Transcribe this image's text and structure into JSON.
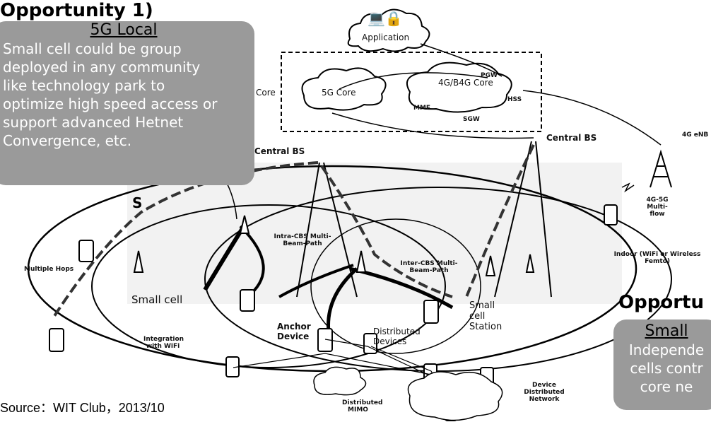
{
  "titles": {
    "left": "Opportunity 1)",
    "right": "Opportu"
  },
  "callout_left": {
    "heading": "5G Local",
    "lines": [
      "Small cell could be group",
      "deployed in any community",
      "like technology park to",
      "optimize high speed access or",
      "support advanced Hetnet",
      "Convergence, etc."
    ]
  },
  "callout_right": {
    "heading": "Small",
    "lines": [
      "Independe",
      "cells contr",
      "core ne"
    ]
  },
  "core": {
    "label": "Core",
    "application": "Application",
    "core_5g": "5G Core",
    "core_4g": "4G/B4G Core",
    "pgw": "PGW",
    "mme": "MME",
    "sgw": "SGW",
    "hss": "HSS"
  },
  "labels": {
    "central_bs_left": "Central BS",
    "central_bs_right": "Central BS",
    "enb": "4G eNB",
    "multiflow": "4G-5G Multi-flow",
    "intra_cbs": "Intra-CBS Multi-Beam-Path",
    "inter_cbs": "Inter-CBS Multi-Beam-Path",
    "indoor": "Indoor (WiFi or Wireless Femto)",
    "multiple_hops": "Multiple Hops",
    "small_cell_left": "Small cell",
    "small_cell_station": "Small cell Station",
    "anchor_device": "Anchor Device",
    "distributed_devices": "Distributed Devices",
    "integration_wifi": "Integration with WiFi",
    "distributed_mimo": "Distributed MIMO",
    "device_network": "Device Distributed Network",
    "s_partial": "S"
  },
  "source": "Source：WIT Club，2013/10"
}
